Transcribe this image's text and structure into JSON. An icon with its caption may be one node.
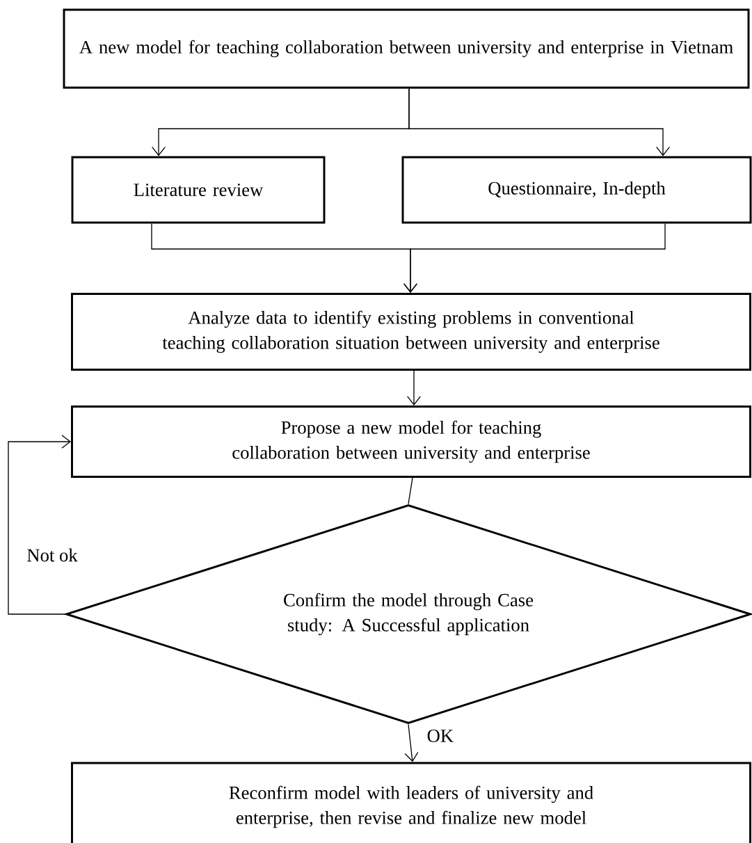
{
  "diagram": {
    "nodes": [
      {
        "text": [
          "A new model for teaching collaboration between university and enterprise in Vietnam"
        ]
      },
      {
        "text": [
          "Literature review"
        ]
      },
      {
        "text": [
          "Questionnaire, In-depth"
        ]
      },
      {
        "text": [
          "Analyze data to identify existing problems in conventional teaching collaboration situation between university and enterprise"
        ]
      },
      {
        "text": [
          "Propose a new model for teaching collaboration between university and enterprise"
        ]
      },
      {
        "text": [
          "Confirm the model through Case study: A Successful application"
        ]
      },
      {
        "text": [
          "Reconfirm model with leaders of university and enterprise, then revise and finalize new model"
        ]
      }
    ],
    "edges": [
      {
        "from": 0,
        "to": 1,
        "arrow": "to"
      },
      {
        "from": 0,
        "to": 2,
        "arrow": "to"
      },
      {
        "from": 1,
        "to": 3,
        "arrow": "to"
      },
      {
        "from": 2,
        "to": 3,
        "arrow": "to"
      },
      {
        "from": 3,
        "to": 4,
        "arrow": "to"
      },
      {
        "from": 4,
        "to": 5,
        "arrow": "none"
      },
      {
        "from": 5,
        "to": 4,
        "arrow": "to",
        "label": "Not ok"
      },
      {
        "from": 5,
        "to": 6,
        "arrow": "to",
        "label": "OK"
      }
    ]
  }
}
